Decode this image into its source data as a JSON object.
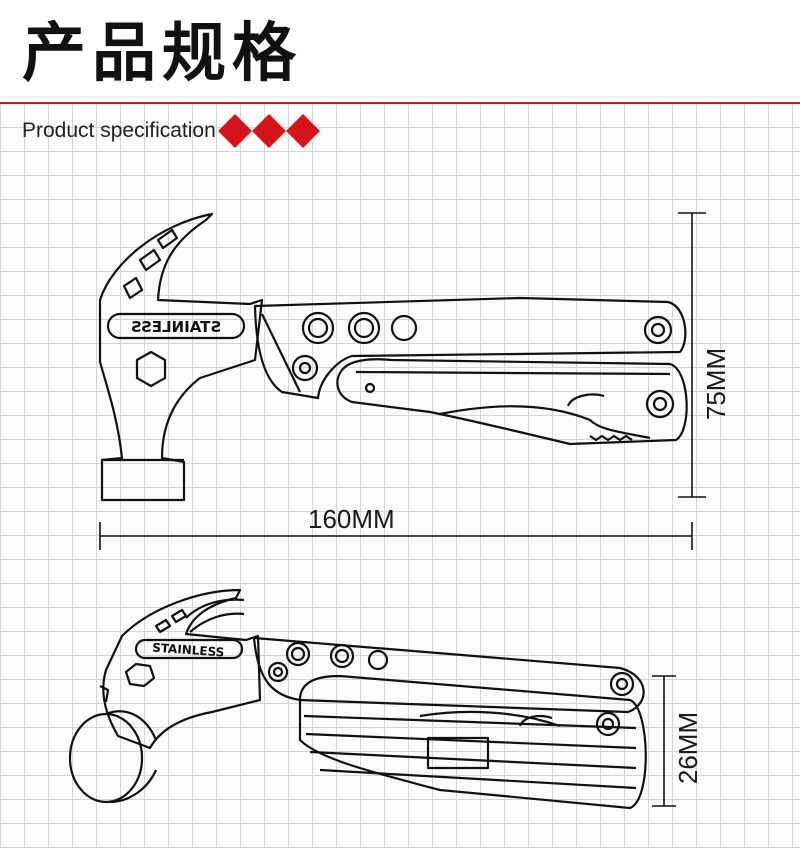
{
  "header": {
    "title": "产品规格",
    "subtitle": "Product specification"
  },
  "dimensions": {
    "length": "160MM",
    "height": "75MM",
    "thickness": "26MM"
  },
  "product": {
    "stamp_mirrored": "STAINLESS",
    "stamp": "STAINLESS"
  },
  "colors": {
    "accent": "#d4131b",
    "rule": "#c9141b",
    "ink": "#111111",
    "grid": "#d4d4d4"
  }
}
